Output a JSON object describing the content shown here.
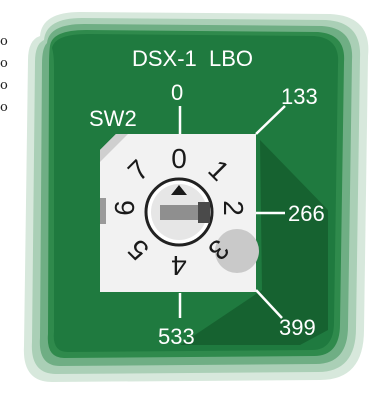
{
  "header": {
    "left_label": "DSX-1",
    "right_label": "LBO"
  },
  "switch": {
    "label": "SW2",
    "dial_digits": [
      "0",
      "1",
      "2",
      "3",
      "4",
      "5",
      "6",
      "7"
    ]
  },
  "callouts": {
    "top": "0",
    "top_right": "133",
    "right": "266",
    "bottom_right": "399",
    "bottom": "533"
  },
  "edge_fragments": [
    "o",
    "o",
    "o",
    "o"
  ],
  "colors": {
    "board_green": "#1f7a3f",
    "board_dark": "#155e2e",
    "switch_body": "#f2f2f2",
    "callout_line": "#ffffff"
  }
}
